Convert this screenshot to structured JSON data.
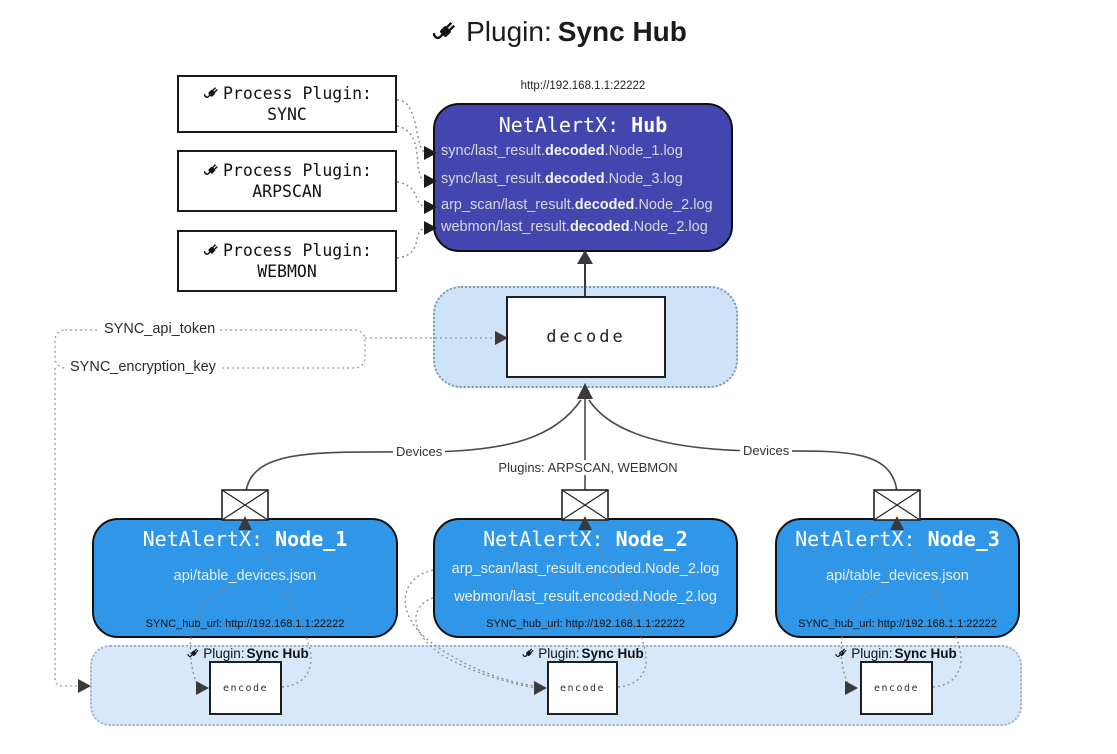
{
  "title": {
    "label": "Plugin: ",
    "name": "Sync Hub"
  },
  "hub": {
    "url": "http://192.168.1.1:22222",
    "title_prefix": "NetAlertX: ",
    "title_name": "Hub",
    "logs": [
      {
        "pre": "sync/last_result.",
        "mid": "decoded",
        "post": ".Node_1.log"
      },
      {
        "pre": "sync/last_result.",
        "mid": "decoded",
        "post": ".Node_3.log"
      },
      {
        "pre": "arp_scan/last_result.",
        "mid": "decoded",
        "post": ".Node_2.log"
      },
      {
        "pre": "webmon/last_result.",
        "mid": "decoded",
        "post": ".Node_2.log"
      }
    ]
  },
  "process_plugins": [
    {
      "label": "Process Plugin:",
      "name": "SYNC"
    },
    {
      "label": "Process Plugin:",
      "name": "ARPSCAN"
    },
    {
      "label": "Process Plugin:",
      "name": "WEBMON"
    }
  ],
  "decode_box": {
    "label": "decode"
  },
  "config_keys": {
    "api_token": "SYNC_api_token",
    "encryption_key": "SYNC_encryption_key"
  },
  "edge_labels": {
    "left": "Devices",
    "middle": "Plugins: ARPSCAN, WEBMON",
    "right": "Devices"
  },
  "nodes": [
    {
      "title_prefix": "NetAlertX: ",
      "title_name": "Node_1",
      "files": [
        "api/table_devices.json"
      ],
      "hub_url": "SYNC_hub_url: http://192.168.1.1:22222",
      "plugin_label": "Plugin: ",
      "plugin_name": "Sync Hub",
      "encode_label": "encode"
    },
    {
      "title_prefix": "NetAlertX: ",
      "title_name": "Node_2",
      "files": [
        "arp_scan/last_result.encoded.Node_2.log",
        "webmon/last_result.encoded.Node_2.log"
      ],
      "hub_url": "SYNC_hub_url: http://192.168.1.1:22222",
      "plugin_label": "Plugin: ",
      "plugin_name": "Sync Hub",
      "encode_label": "encode"
    },
    {
      "title_prefix": "NetAlertX: ",
      "title_name": "Node_3",
      "files": [
        "api/table_devices.json"
      ],
      "hub_url": "SYNC_hub_url: http://192.168.1.1:22222",
      "plugin_label": "Plugin: ",
      "plugin_name": "Sync Hub",
      "encode_label": "encode"
    }
  ],
  "colors": {
    "hub_bg": "#4246ae",
    "node_bg": "#2f96e8",
    "container_bg": "#d7e8fa",
    "line_dark": "#3a3a3a"
  }
}
